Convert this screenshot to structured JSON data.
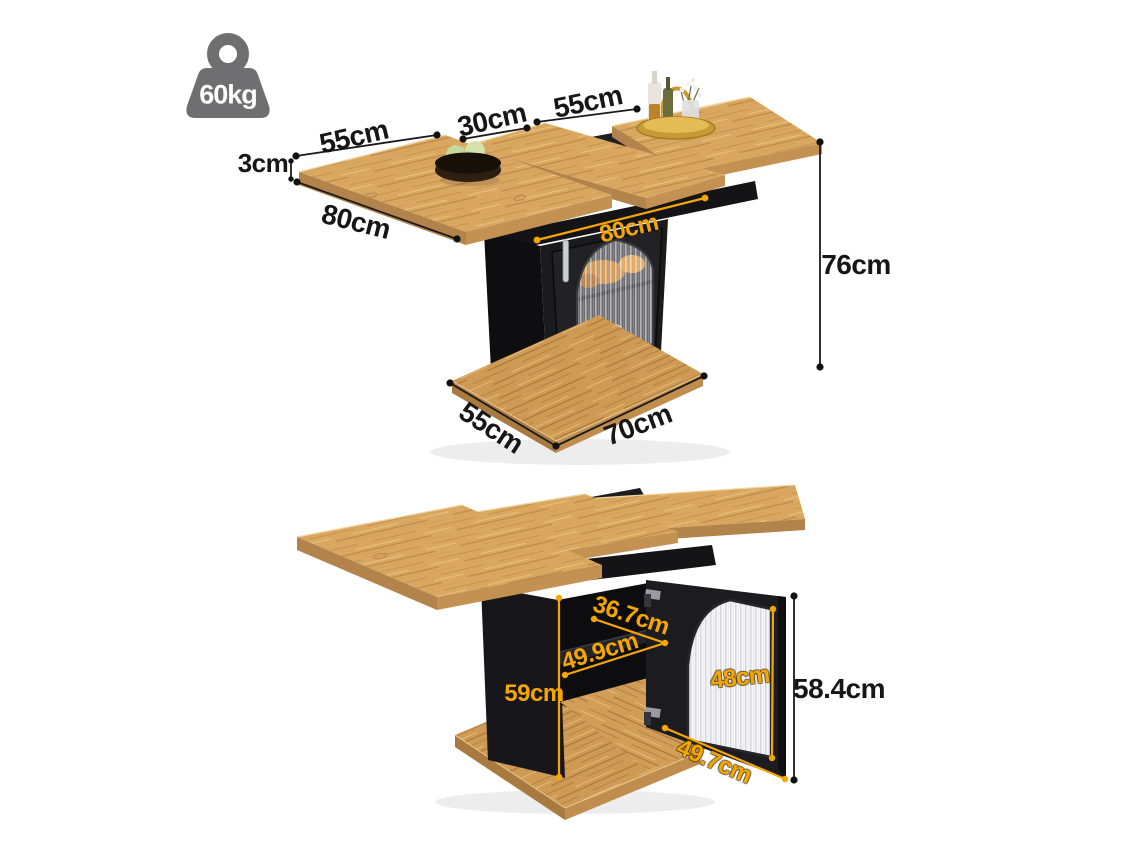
{
  "weight_badge": {
    "capacity": "60kg"
  },
  "closed_view": {
    "left_leaf_width": "55cm",
    "butterfly_leaf_width": "30cm",
    "right_leaf_width": "55cm",
    "tabletop_thickness": "3cm",
    "tabletop_depth": "80cm",
    "frame_length": "80cm",
    "overall_height": "76cm",
    "base_depth": "55cm",
    "base_length": "70cm"
  },
  "open_view": {
    "cabinet_inner_depth": "36.7cm",
    "cabinet_inner_width": "49.9cm",
    "cabinet_inner_height": "59cm",
    "door_glass_height": "48cm",
    "door_height": "58.4cm",
    "door_width": "49.7cm"
  },
  "colors": {
    "accent_yellow": "#F6A600",
    "dimension_ink": "#161616",
    "wood": "#D8A55E",
    "cabinet_black": "#1A1A1D",
    "badge_gray": "#6F6F71",
    "background": "#FFFFFF"
  }
}
